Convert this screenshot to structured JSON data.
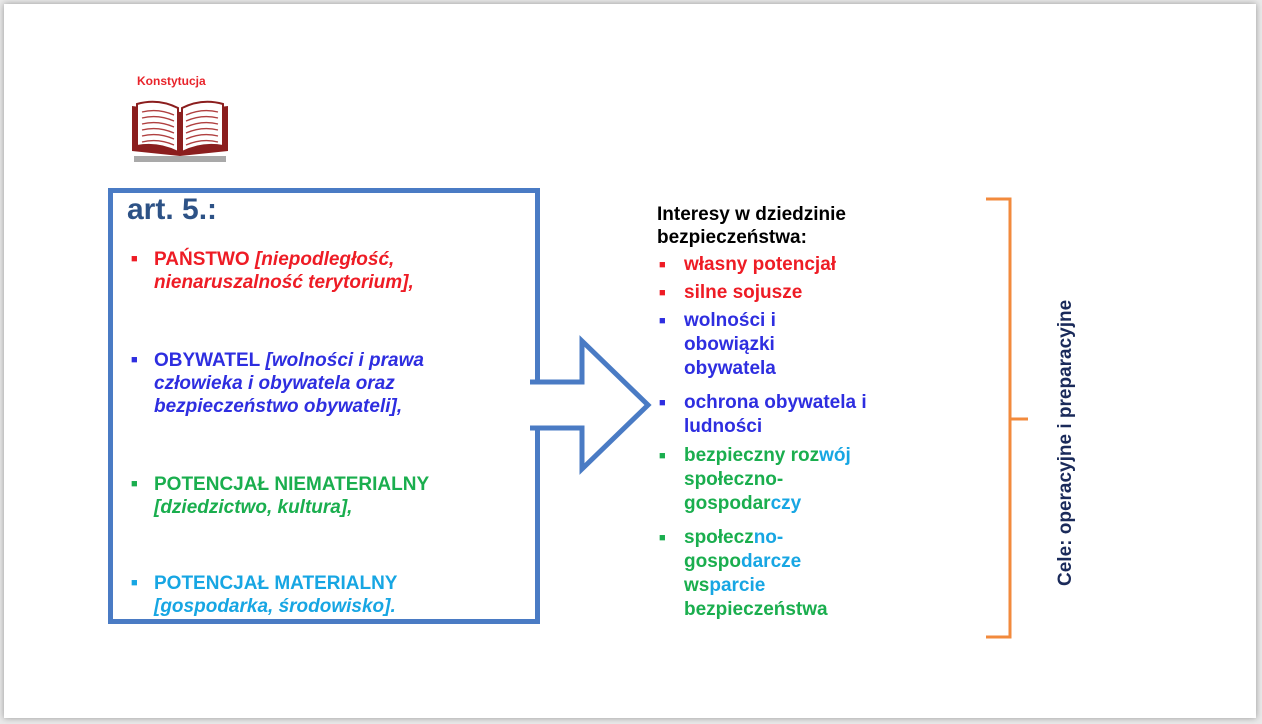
{
  "book": {
    "caption": "Konstytucja",
    "icon": "book-icon"
  },
  "article": {
    "title": "art. 5.:",
    "items": [
      {
        "head": "PAŃSTWO",
        "line1_rest": " [niepodległość,",
        "line2": "nienaruszalność terytorium],",
        "color": "#ee1c25"
      },
      {
        "head": "OBYWATEL",
        "line1_rest": " [wolności i prawa",
        "line2": "człowieka i obywatela oraz",
        "line3": "bezpieczeństwo obywateli],",
        "color": "#2e2ee0"
      },
      {
        "head": "POTENCJAŁ NIEMATERIALNY",
        "line2": "[dziedzictwo, kultura],",
        "color": "#1aae4e"
      },
      {
        "head": "POTENCJAŁ MATERIALNY",
        "line2": "[gospodarka, środowisko].",
        "color": "#17a6e3"
      }
    ]
  },
  "interests": {
    "title_line1": "Interesy w dziedzinie",
    "title_line2": "bezpieczeństwa:",
    "items": [
      {
        "l1": "własny potencjał",
        "color": "#ee1c25"
      },
      {
        "l1": "silne sojusze",
        "color": "#ee1c25"
      },
      {
        "l1": "wolności i",
        "l2": "obowiązki",
        "l3": "obywatela",
        "color": "#2e2ee0"
      },
      {
        "l1": "ochrona obywatela i",
        "l2": "ludności",
        "color": "#2e2ee0"
      },
      {
        "l1a": "bezpieczny roz",
        "l1b": "wój",
        "l2": "społeczno-",
        "l3a": "gospodar",
        "l3b": "czy",
        "color": "#1aae4e"
      },
      {
        "l1a": "społecz",
        "l1b": "no-",
        "l2a": "gospo",
        "l2b": "darcze",
        "l3a": "ws",
        "l3b": "parcie",
        "l4": "bezpieczeństwa",
        "color": "#1aae4e"
      }
    ]
  },
  "side_label": "Cele: operacyjne i preparacyjne",
  "colors": {
    "box": "#4a7bc4",
    "bracket": "#f28a3c",
    "title": "#2d5286"
  }
}
